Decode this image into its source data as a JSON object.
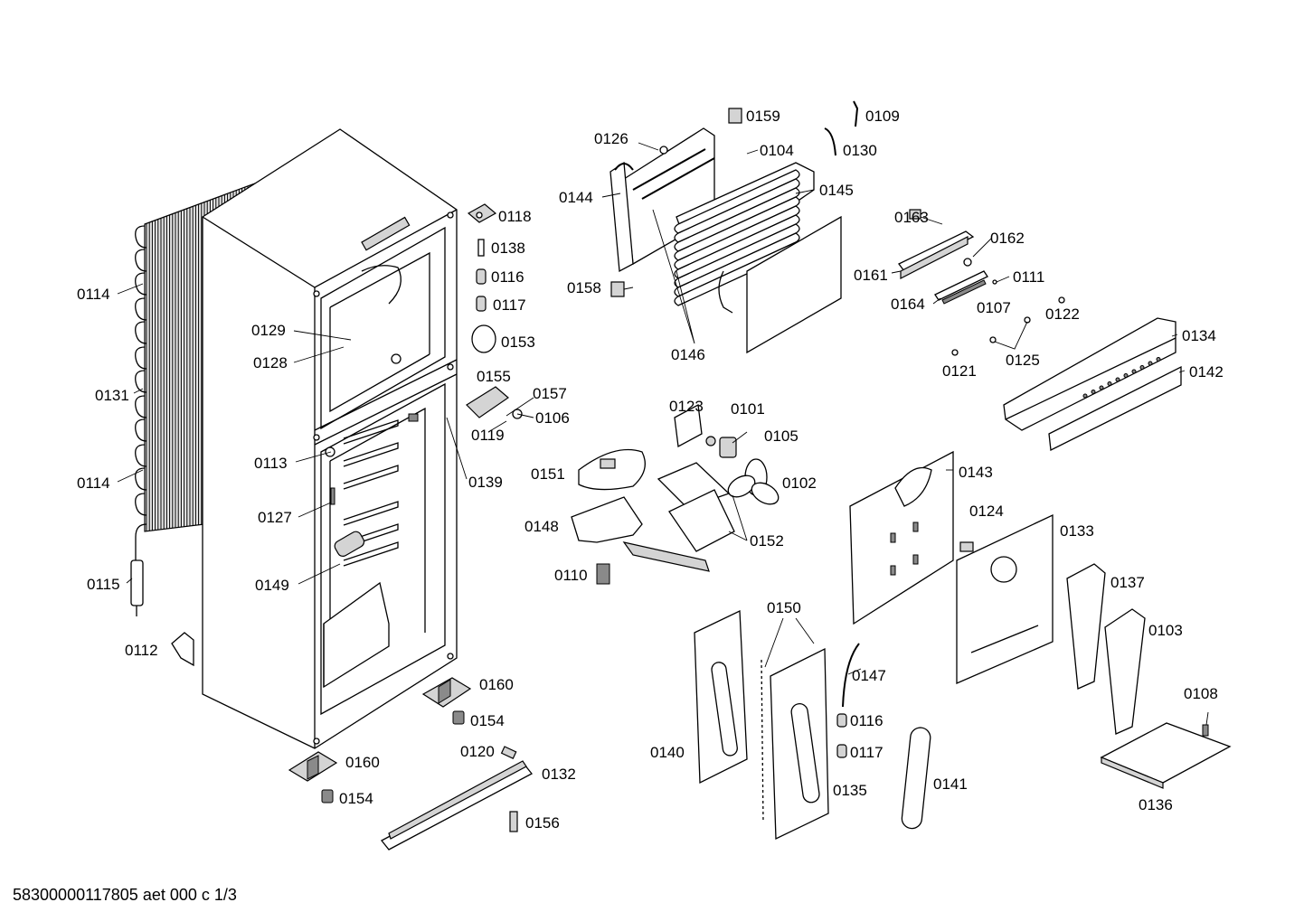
{
  "document": {
    "code": "58300000117805 aet 000 c 1/3"
  },
  "parts": [
    {
      "id": "p0114a",
      "label": "0114"
    },
    {
      "id": "p0131",
      "label": "0131"
    },
    {
      "id": "p0114b",
      "label": "0114"
    },
    {
      "id": "p0115",
      "label": "0115"
    },
    {
      "id": "p0112",
      "label": "0112"
    },
    {
      "id": "p0129",
      "label": "0129"
    },
    {
      "id": "p0128",
      "label": "0128"
    },
    {
      "id": "p0113",
      "label": "0113"
    },
    {
      "id": "p0127",
      "label": "0127"
    },
    {
      "id": "p0149",
      "label": "0149"
    },
    {
      "id": "p0118",
      "label": "0118"
    },
    {
      "id": "p0138",
      "label": "0138"
    },
    {
      "id": "p0116a",
      "label": "0116"
    },
    {
      "id": "p0117a",
      "label": "0117"
    },
    {
      "id": "p0153",
      "label": "0153"
    },
    {
      "id": "p0155",
      "label": "0155"
    },
    {
      "id": "p0157",
      "label": "0157"
    },
    {
      "id": "p0106",
      "label": "0106"
    },
    {
      "id": "p0119",
      "label": "0119"
    },
    {
      "id": "p0139",
      "label": "0139"
    },
    {
      "id": "p0160a",
      "label": "0160"
    },
    {
      "id": "p0154a",
      "label": "0154"
    },
    {
      "id": "p0160b",
      "label": "0160"
    },
    {
      "id": "p0154b",
      "label": "0154"
    },
    {
      "id": "p0120",
      "label": "0120"
    },
    {
      "id": "p0132",
      "label": "0132"
    },
    {
      "id": "p0156",
      "label": "0156"
    },
    {
      "id": "p0126",
      "label": "0126"
    },
    {
      "id": "p0159",
      "label": "0159"
    },
    {
      "id": "p0104",
      "label": "0104"
    },
    {
      "id": "p0144",
      "label": "0144"
    },
    {
      "id": "p0145",
      "label": "0145"
    },
    {
      "id": "p0158",
      "label": "0158"
    },
    {
      "id": "p0146",
      "label": "0146"
    },
    {
      "id": "p0109",
      "label": "0109"
    },
    {
      "id": "p0130",
      "label": "0130"
    },
    {
      "id": "p0163",
      "label": "0163"
    },
    {
      "id": "p0162",
      "label": "0162"
    },
    {
      "id": "p0161",
      "label": "0161"
    },
    {
      "id": "p0111",
      "label": "0111"
    },
    {
      "id": "p0164",
      "label": "0164"
    },
    {
      "id": "p0107",
      "label": "0107"
    },
    {
      "id": "p0122",
      "label": "0122"
    },
    {
      "id": "p0121",
      "label": "0121"
    },
    {
      "id": "p0125",
      "label": "0125"
    },
    {
      "id": "p0134",
      "label": "0134"
    },
    {
      "id": "p0142",
      "label": "0142"
    },
    {
      "id": "p0123",
      "label": "0123"
    },
    {
      "id": "p0101",
      "label": "0101"
    },
    {
      "id": "p0105",
      "label": "0105"
    },
    {
      "id": "p0151",
      "label": "0151"
    },
    {
      "id": "p0102",
      "label": "0102"
    },
    {
      "id": "p0148",
      "label": "0148"
    },
    {
      "id": "p0152",
      "label": "0152"
    },
    {
      "id": "p0110",
      "label": "0110"
    },
    {
      "id": "p0143",
      "label": "0143"
    },
    {
      "id": "p0124",
      "label": "0124"
    },
    {
      "id": "p0133",
      "label": "0133"
    },
    {
      "id": "p0137",
      "label": "0137"
    },
    {
      "id": "p0103",
      "label": "0103"
    },
    {
      "id": "p0150",
      "label": "0150"
    },
    {
      "id": "p0147",
      "label": "0147"
    },
    {
      "id": "p0116b",
      "label": "0116"
    },
    {
      "id": "p0117b",
      "label": "0117"
    },
    {
      "id": "p0140",
      "label": "0140"
    },
    {
      "id": "p0135",
      "label": "0135"
    },
    {
      "id": "p0141",
      "label": "0141"
    },
    {
      "id": "p0108",
      "label": "0108"
    },
    {
      "id": "p0136",
      "label": "0136"
    }
  ]
}
